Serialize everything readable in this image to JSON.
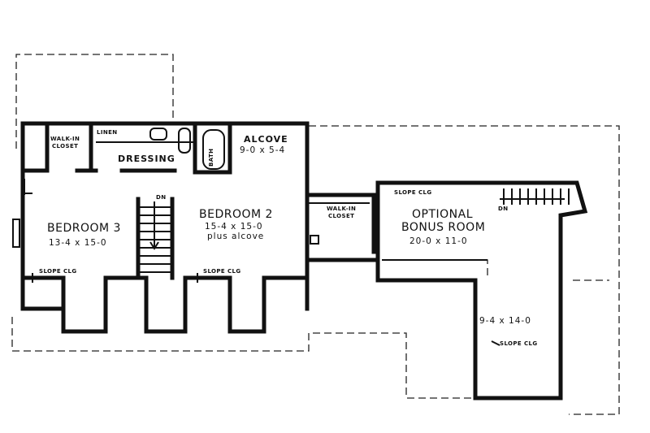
{
  "rooms": {
    "bedroom2": {
      "name": "BEDROOM 2",
      "dim": "15-4 x 15-0",
      "note": "plus alcove"
    },
    "bedroom3": {
      "name": "BEDROOM 3",
      "dim": "13-4 x 15-0"
    },
    "alcove": {
      "name": "ALCOVE",
      "dim": "9-0 x 5-4"
    },
    "dressing": {
      "name": "DRESSING"
    },
    "bath": {
      "name": "BATH"
    },
    "linen": {
      "name": "LINEN"
    },
    "walkin_left": {
      "line1": "WALK-IN",
      "line2": "CLOSET"
    },
    "walkin_mid": {
      "line1": "WALK-IN",
      "line2": "CLOSET"
    },
    "bonus": {
      "line1": "OPTIONAL",
      "line2": "BONUS ROOM",
      "dim": "20-0 x 11-0"
    },
    "bonus_ext": {
      "dim": "9-4 x 14-0"
    }
  },
  "notes": {
    "slope": "SLOPE CLG",
    "dn": "DN"
  }
}
